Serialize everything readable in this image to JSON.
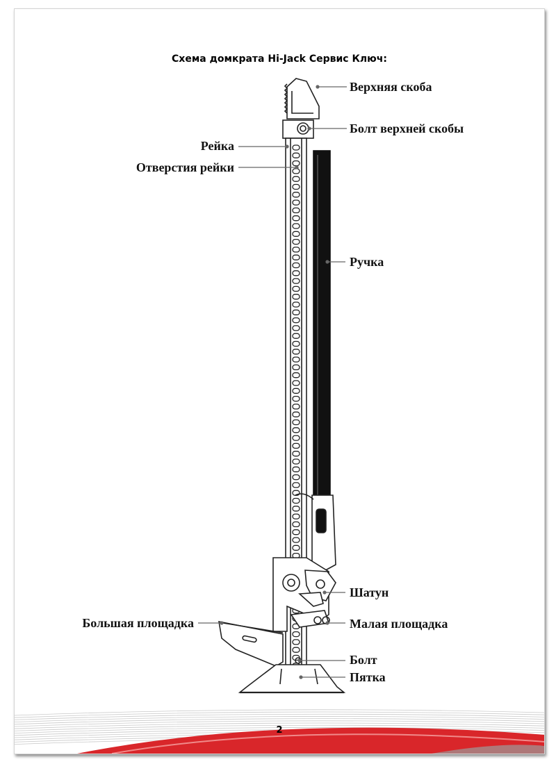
{
  "title": "Схема домкрата Hi-Jack Сервис Ключ:",
  "labels": {
    "upper_bracket": "Верхняя скоба",
    "upper_bracket_bolt": "Болт верхней скобы",
    "rack": "Рейка",
    "rack_holes": "Отверстия рейки",
    "handle": "Ручка",
    "connecting_rod": "Шатун",
    "large_platform": "Большая площадка",
    "small_platform": "Малая площадка",
    "bolt": "Болт",
    "heel": "Пятка"
  },
  "page_number": "2",
  "colors": {
    "accent_red": "#d9262a",
    "line": "#222222",
    "handle": "#111111"
  }
}
